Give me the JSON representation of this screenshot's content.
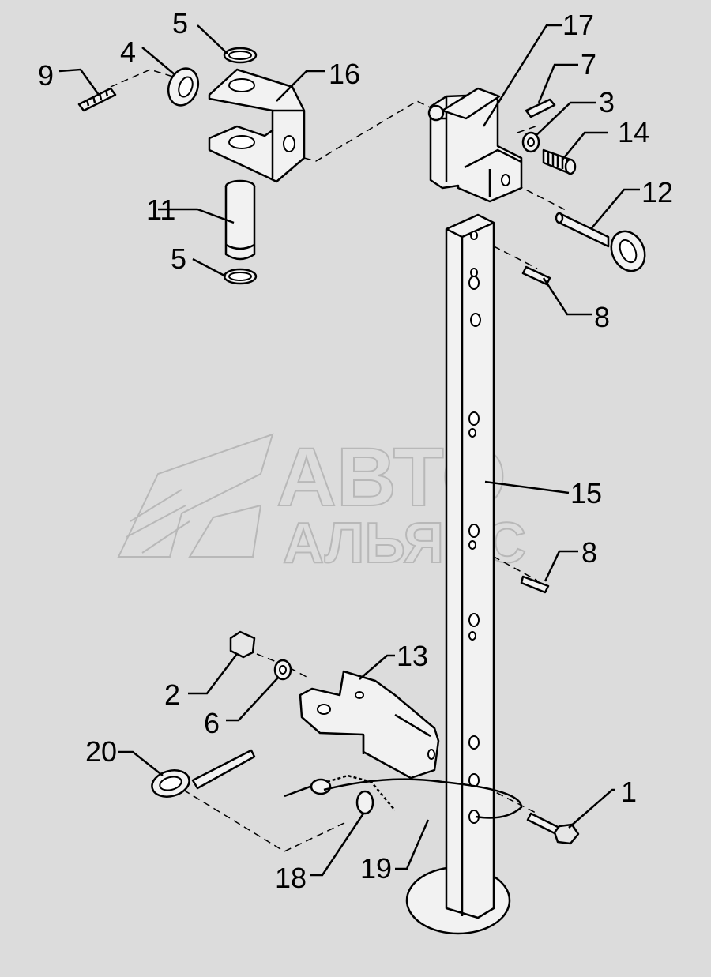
{
  "watermark": {
    "line1": "АВТО",
    "line2": "АЛЬЯНС"
  },
  "callouts": [
    {
      "id": "c1",
      "label": "1"
    },
    {
      "id": "c2",
      "label": "2"
    },
    {
      "id": "c3",
      "label": "3"
    },
    {
      "id": "c4",
      "label": "4"
    },
    {
      "id": "c5a",
      "label": "5"
    },
    {
      "id": "c5b",
      "label": "5"
    },
    {
      "id": "c6",
      "label": "6"
    },
    {
      "id": "c7",
      "label": "7"
    },
    {
      "id": "c8a",
      "label": "8"
    },
    {
      "id": "c8b",
      "label": "8"
    },
    {
      "id": "c9",
      "label": "9"
    },
    {
      "id": "c11",
      "label": "11"
    },
    {
      "id": "c12",
      "label": "12"
    },
    {
      "id": "c13",
      "label": "13"
    },
    {
      "id": "c14",
      "label": "14"
    },
    {
      "id": "c15",
      "label": "15"
    },
    {
      "id": "c16",
      "label": "16"
    },
    {
      "id": "c17",
      "label": "17"
    },
    {
      "id": "c18",
      "label": "18"
    },
    {
      "id": "c19",
      "label": "19"
    },
    {
      "id": "c20",
      "label": "20"
    }
  ]
}
